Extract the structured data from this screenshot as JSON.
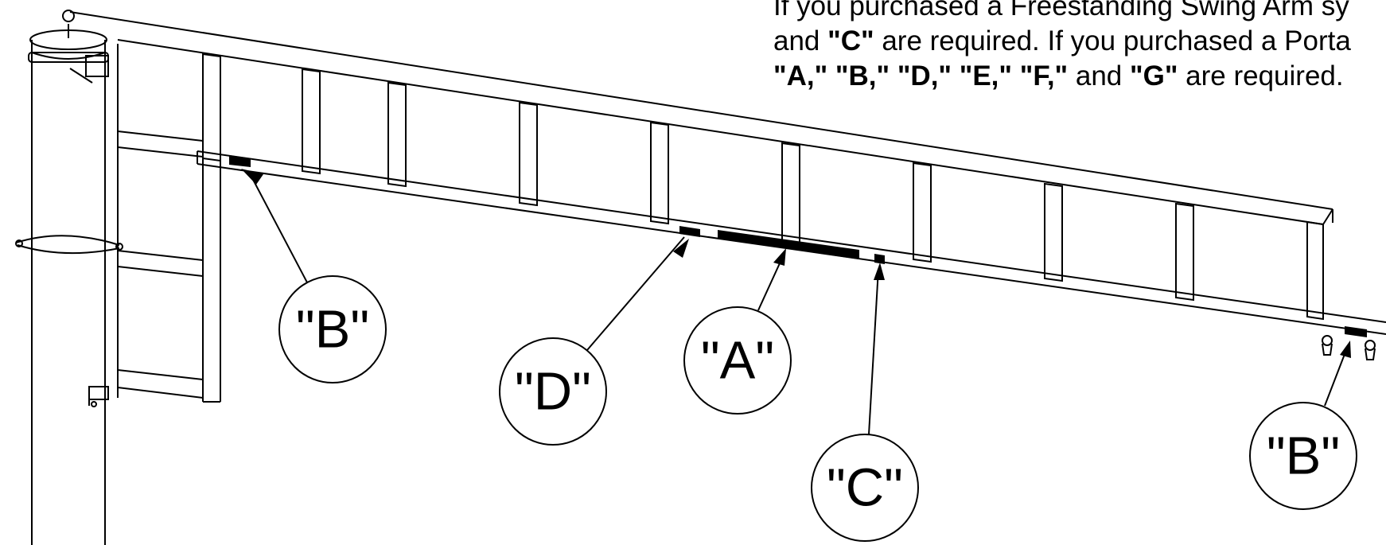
{
  "instructions": {
    "line1": "If you purchased a Freestanding Swing Arm sy",
    "line2_pre": "and ",
    "line2_bold": "\"C\"",
    "line2_post": " are required. If you purchased a Porta",
    "line3_bold1": "\"A,\" \"B,\" \"D,\" \"E,\" \"F,\"",
    "line3_mid": " and ",
    "line3_bold2": "\"G\"",
    "line3_post": " are required."
  },
  "callouts": {
    "b_left": "\"B\"",
    "d": "\"D\"",
    "a": "\"A\"",
    "c": "\"C\"",
    "b_right": "\"B\""
  },
  "colors": {
    "line": "#000000",
    "background": "#ffffff",
    "label_fill": "#000000"
  }
}
